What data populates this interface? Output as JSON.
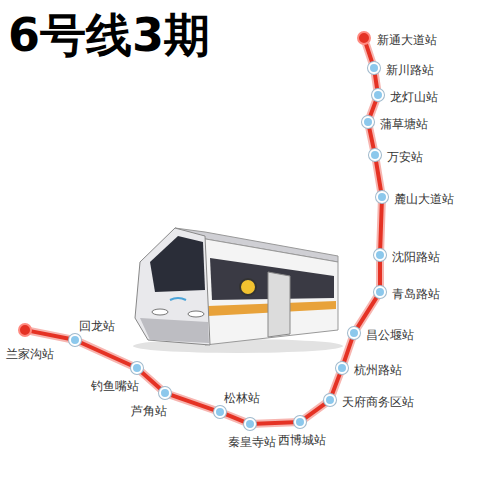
{
  "diagram": {
    "title": "6号线3期",
    "nodes": [
      {
        "text": [
          "新通大道站"
        ]
      },
      {
        "text": [
          "新川路站"
        ]
      },
      {
        "text": [
          "龙灯山站"
        ]
      },
      {
        "text": [
          "蒲草塘站"
        ]
      },
      {
        "text": [
          "万安站"
        ]
      },
      {
        "text": [
          "麓山大道站"
        ]
      },
      {
        "text": [
          "沈阳路站"
        ]
      },
      {
        "text": [
          "青岛路站"
        ]
      },
      {
        "text": [
          "昌公堰站"
        ]
      },
      {
        "text": [
          "杭州路站"
        ]
      },
      {
        "text": [
          "天府商务区站"
        ]
      },
      {
        "text": [
          "西博城站"
        ]
      },
      {
        "text": [
          "秦皇寺站"
        ]
      },
      {
        "text": [
          "松林站"
        ]
      },
      {
        "text": [
          "芦角站"
        ]
      },
      {
        "text": [
          "钓鱼嘴站"
        ]
      },
      {
        "text": [
          "回龙站"
        ]
      },
      {
        "text": [
          "兰家沟站"
        ]
      }
    ],
    "edges": [
      {
        "from": 0,
        "to": 1,
        "arrow": "none"
      },
      {
        "from": 1,
        "to": 2,
        "arrow": "none"
      },
      {
        "from": 2,
        "to": 3,
        "arrow": "none"
      },
      {
        "from": 3,
        "to": 4,
        "arrow": "none"
      },
      {
        "from": 4,
        "to": 5,
        "arrow": "none"
      },
      {
        "from": 5,
        "to": 6,
        "arrow": "none"
      },
      {
        "from": 6,
        "to": 7,
        "arrow": "none"
      },
      {
        "from": 7,
        "to": 8,
        "arrow": "none"
      },
      {
        "from": 8,
        "to": 9,
        "arrow": "none"
      },
      {
        "from": 9,
        "to": 10,
        "arrow": "none"
      },
      {
        "from": 10,
        "to": 11,
        "arrow": "none"
      },
      {
        "from": 11,
        "to": 12,
        "arrow": "none"
      },
      {
        "from": 12,
        "to": 13,
        "arrow": "none"
      },
      {
        "from": 13,
        "to": 14,
        "arrow": "none"
      },
      {
        "from": 14,
        "to": 15,
        "arrow": "none"
      },
      {
        "from": 15,
        "to": 16,
        "arrow": "none"
      },
      {
        "from": 16,
        "to": 17,
        "arrow": "none"
      }
    ]
  }
}
